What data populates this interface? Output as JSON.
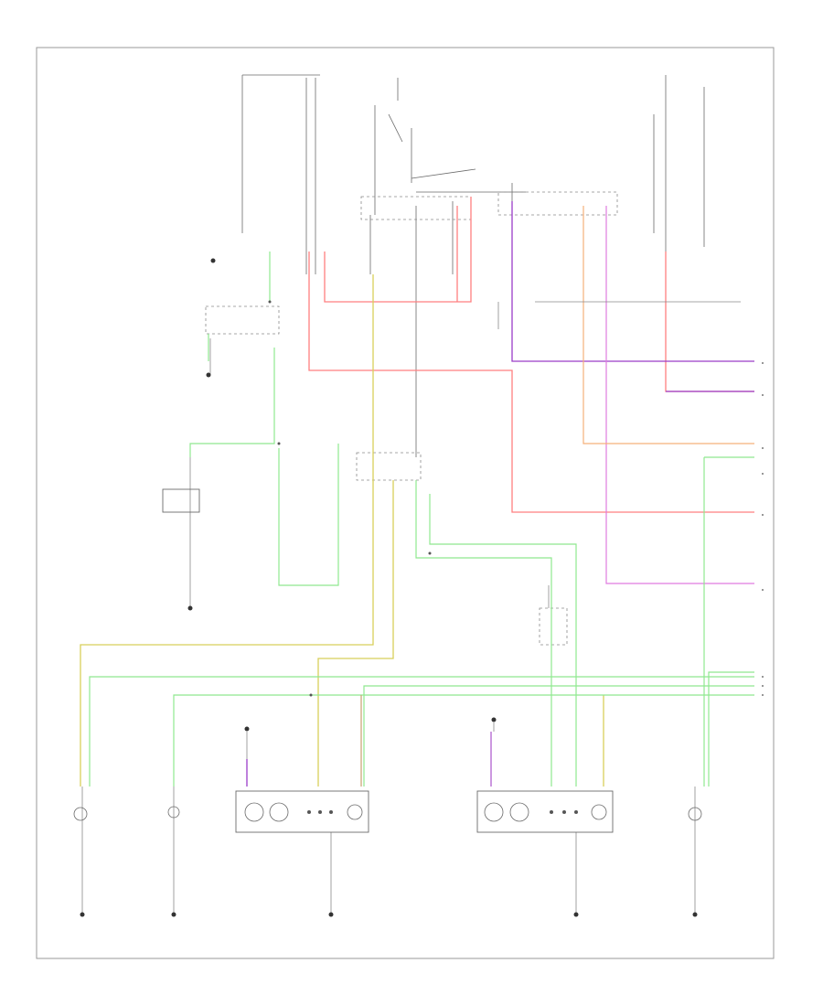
{
  "colors": {
    "frame": "#9a9a9a",
    "ink": "#6a6a6a",
    "red": "#ff7f80",
    "green": "#8fe88f",
    "yellow_green": "#b3c85a",
    "yellow": "#e6d84a",
    "orange": "#f5b07a",
    "purple": "#9a3cc8",
    "magenta": "#e07be0",
    "tan": "#c8a070"
  },
  "icons": [
    "ground-symbol",
    "switch-symbol",
    "lamp-symbol",
    "fuse-symbol",
    "connector-symbol"
  ]
}
